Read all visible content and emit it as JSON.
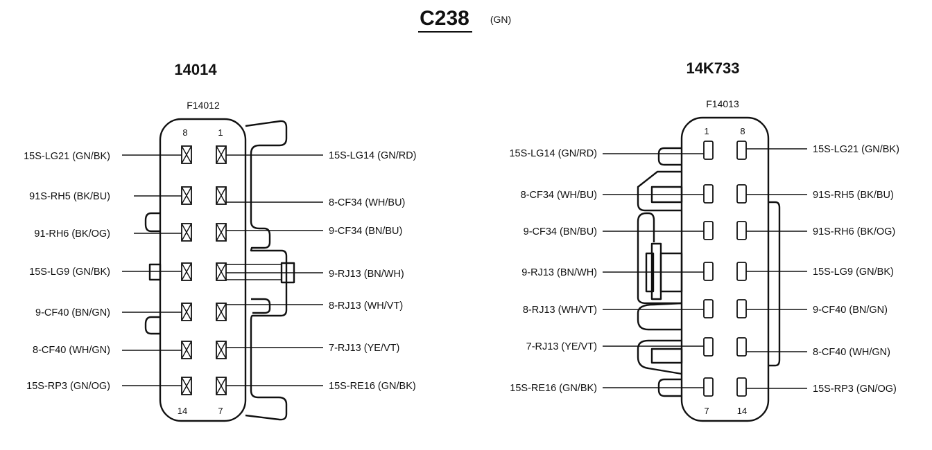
{
  "title": "C238",
  "title_color": "(GN)",
  "connectors": [
    {
      "id": "left",
      "part_number": "14014",
      "part_subnumber": "F14012",
      "top_pins": [
        "8",
        "1"
      ],
      "bottom_pins": [
        "14",
        "7"
      ],
      "left_wires": [
        "15S-LG21 (GN/BK)",
        "91S-RH5 (BK/BU)",
        "91-RH6 (BK/OG)",
        "15S-LG9 (GN/BK)",
        "9-CF40 (BN/GN)",
        "8-CF40 (WH/GN)",
        "15S-RP3 (GN/OG)"
      ],
      "right_wires": [
        "15S-LG14 (GN/RD)",
        "8-CF34 (WH/BU)",
        "9-CF34 (BN/BU)",
        "9-RJ13 (BN/WH)",
        "8-RJ13 (WH/VT)",
        "7-RJ13 (YE/VT)",
        "15S-RE16 (GN/BK)"
      ]
    },
    {
      "id": "right",
      "part_number": "14K733",
      "part_subnumber": "F14013",
      "top_pins": [
        "1",
        "8"
      ],
      "bottom_pins": [
        "7",
        "14"
      ],
      "left_wires": [
        "15S-LG14 (GN/RD)",
        "8-CF34 (WH/BU)",
        "9-CF34 (BN/BU)",
        "9-RJ13 (BN/WH)",
        "8-RJ13 (WH/VT)",
        "7-RJ13 (YE/VT)",
        "15S-RE16 (GN/BK)"
      ],
      "right_wires": [
        "15S-LG21 (GN/BK)",
        "91S-RH5 (BK/BU)",
        "91S-RH6 (BK/OG)",
        "15S-LG9 (GN/BK)",
        "9-CF40 (BN/GN)",
        "8-CF40 (WH/GN)",
        "15S-RP3 (GN/OG)"
      ]
    }
  ]
}
